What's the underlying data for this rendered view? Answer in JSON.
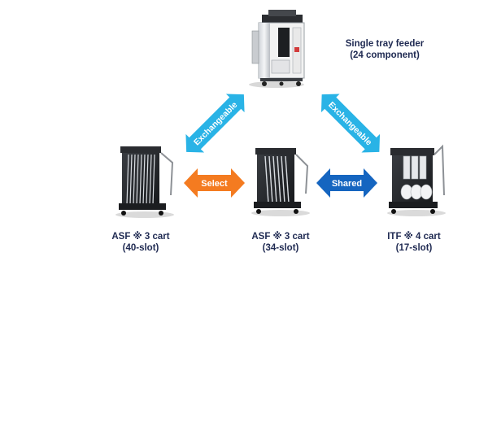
{
  "title": {
    "line1": "Single tray feeder",
    "line2": "(24 component)"
  },
  "arrows": {
    "exchangeable_left": "Exchangeable",
    "exchangeable_right": "Exchangeable",
    "select": "Select",
    "shared": "Shared"
  },
  "carts": [
    {
      "line1": "ASF ※ 3 cart",
      "line2": "(40-slot)"
    },
    {
      "line1": "ASF ※ 3 cart",
      "line2": "(34-slot)"
    },
    {
      "line1": "ITF ※ 4 cart",
      "line2": "(17-slot)"
    }
  ],
  "colors": {
    "exchangeable": "#29b3e6",
    "select": "#f47b20",
    "shared": "#1565c0",
    "text": "#1f2a52"
  }
}
